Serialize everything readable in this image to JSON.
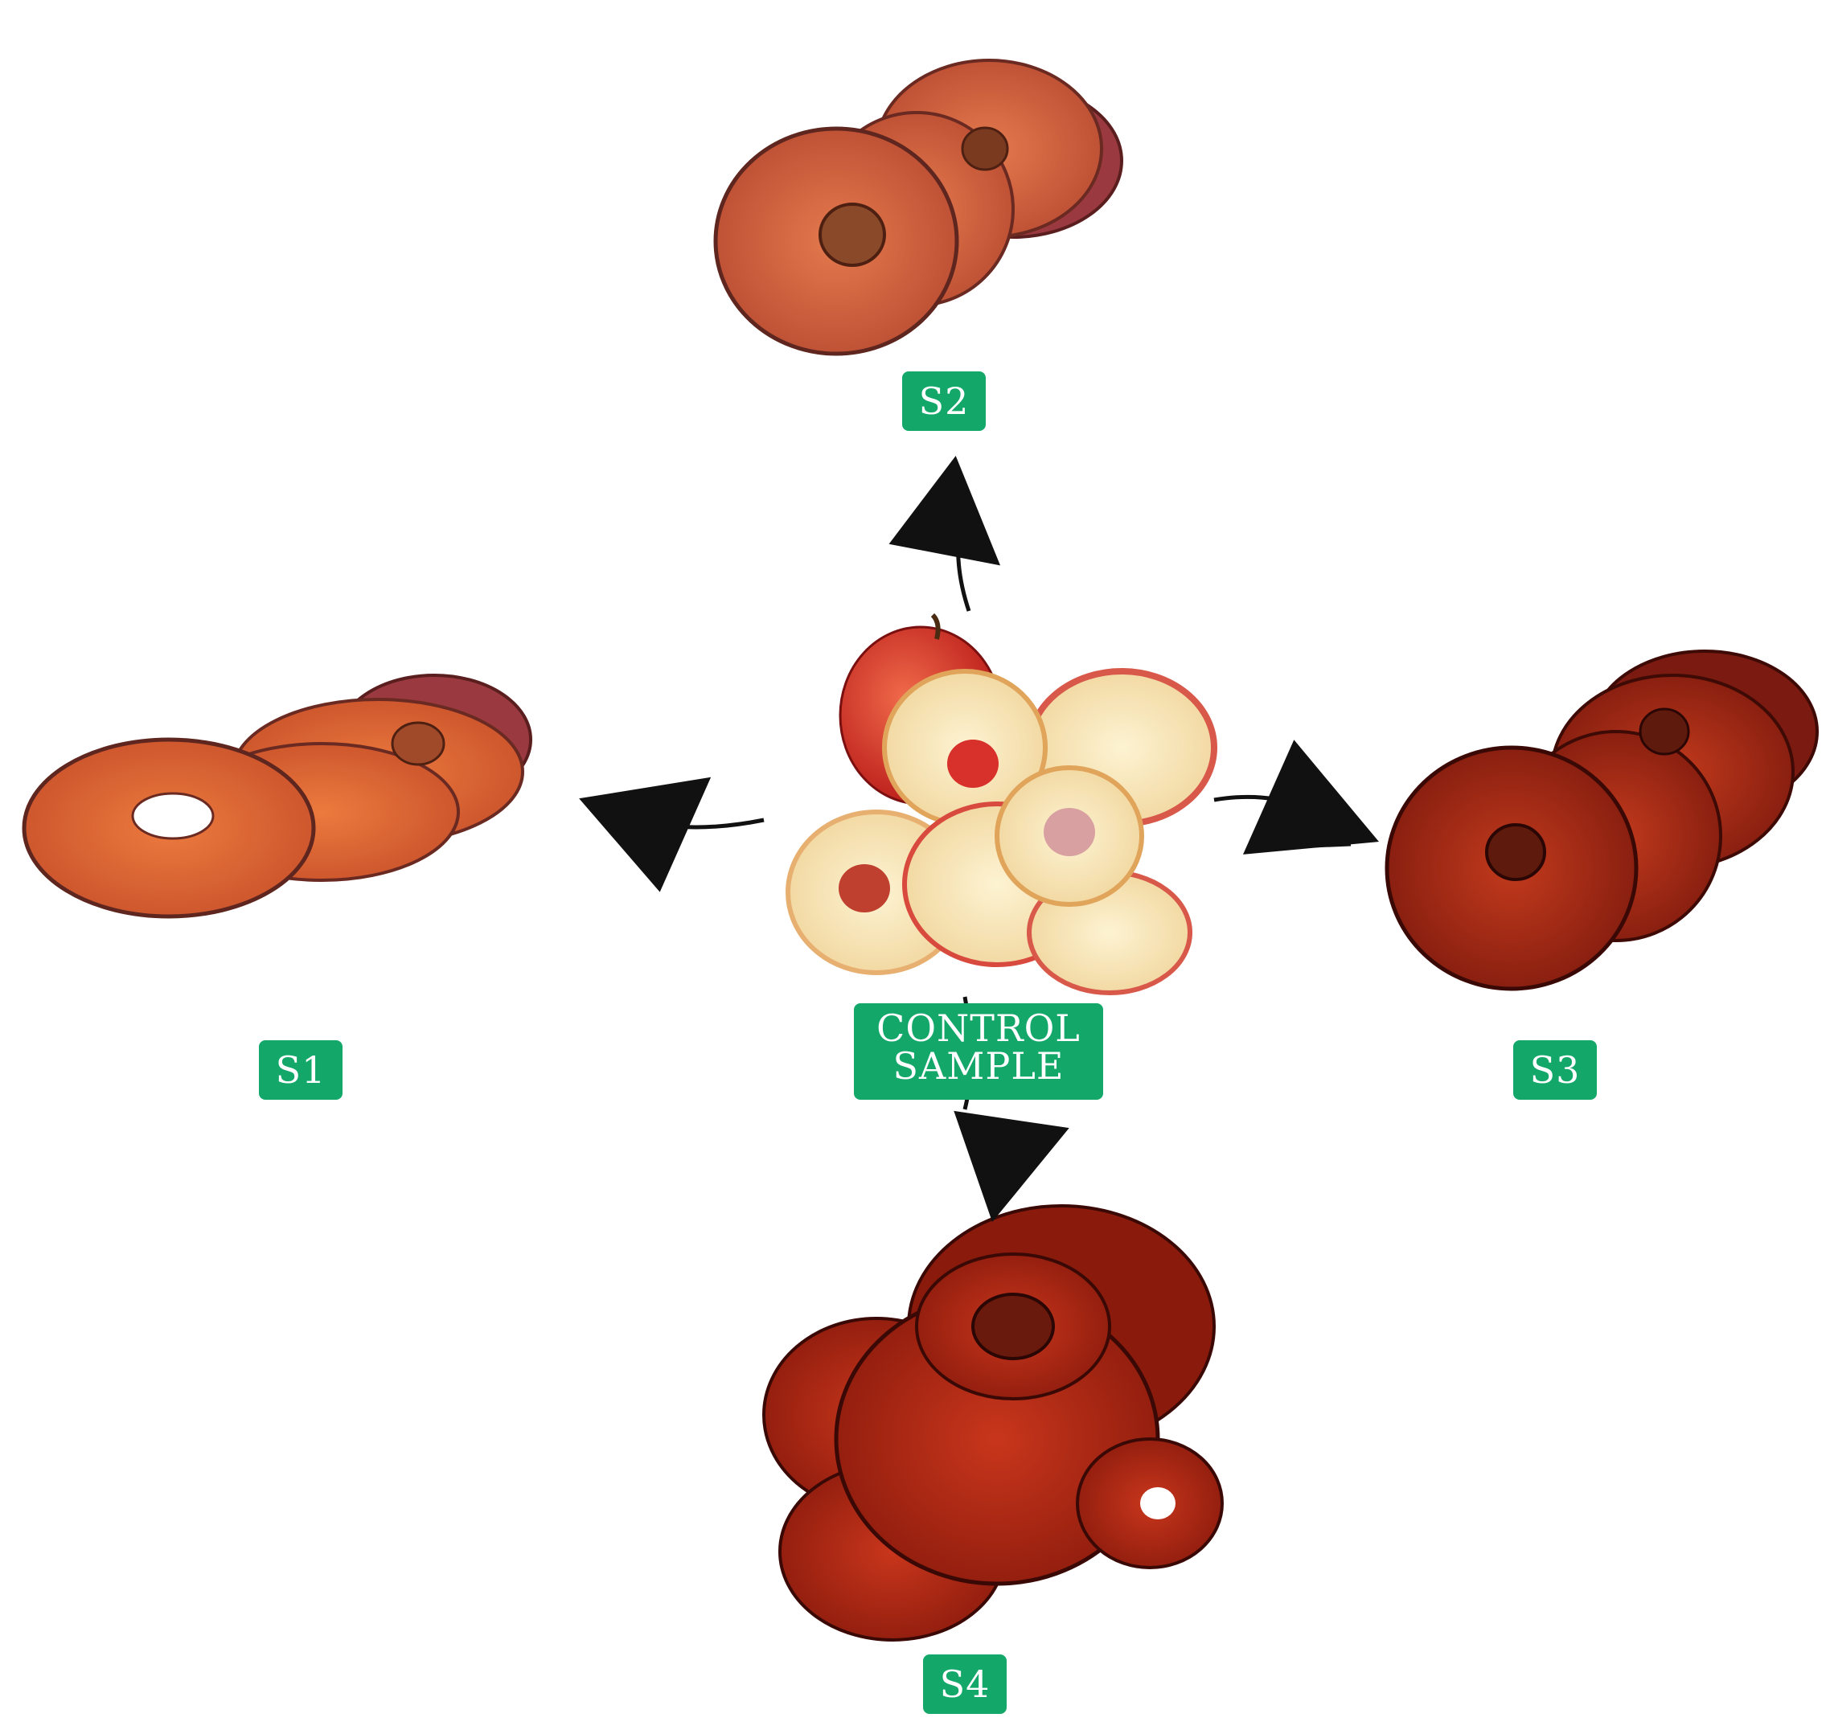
{
  "labels": {
    "s1": "S1",
    "s2": "S2",
    "s3": "S3",
    "s4": "S4",
    "control_line1": "CONTROL",
    "control_line2": "SAMPLE"
  },
  "colors": {
    "label_bg": "#13a86a",
    "label_text": "#ffffff",
    "s1_chips": "#e0652e",
    "s2_chips": "#d86a3e",
    "s3_chips": "#b8321a",
    "s4_chips": "#b52a16",
    "control_chips": "#f4e2b0",
    "apple_skin": "#d8302a",
    "arrow": "#111111"
  },
  "icons": [
    "dried-apple-chips-image",
    "fresh-apple-image",
    "arrow-icon"
  ]
}
